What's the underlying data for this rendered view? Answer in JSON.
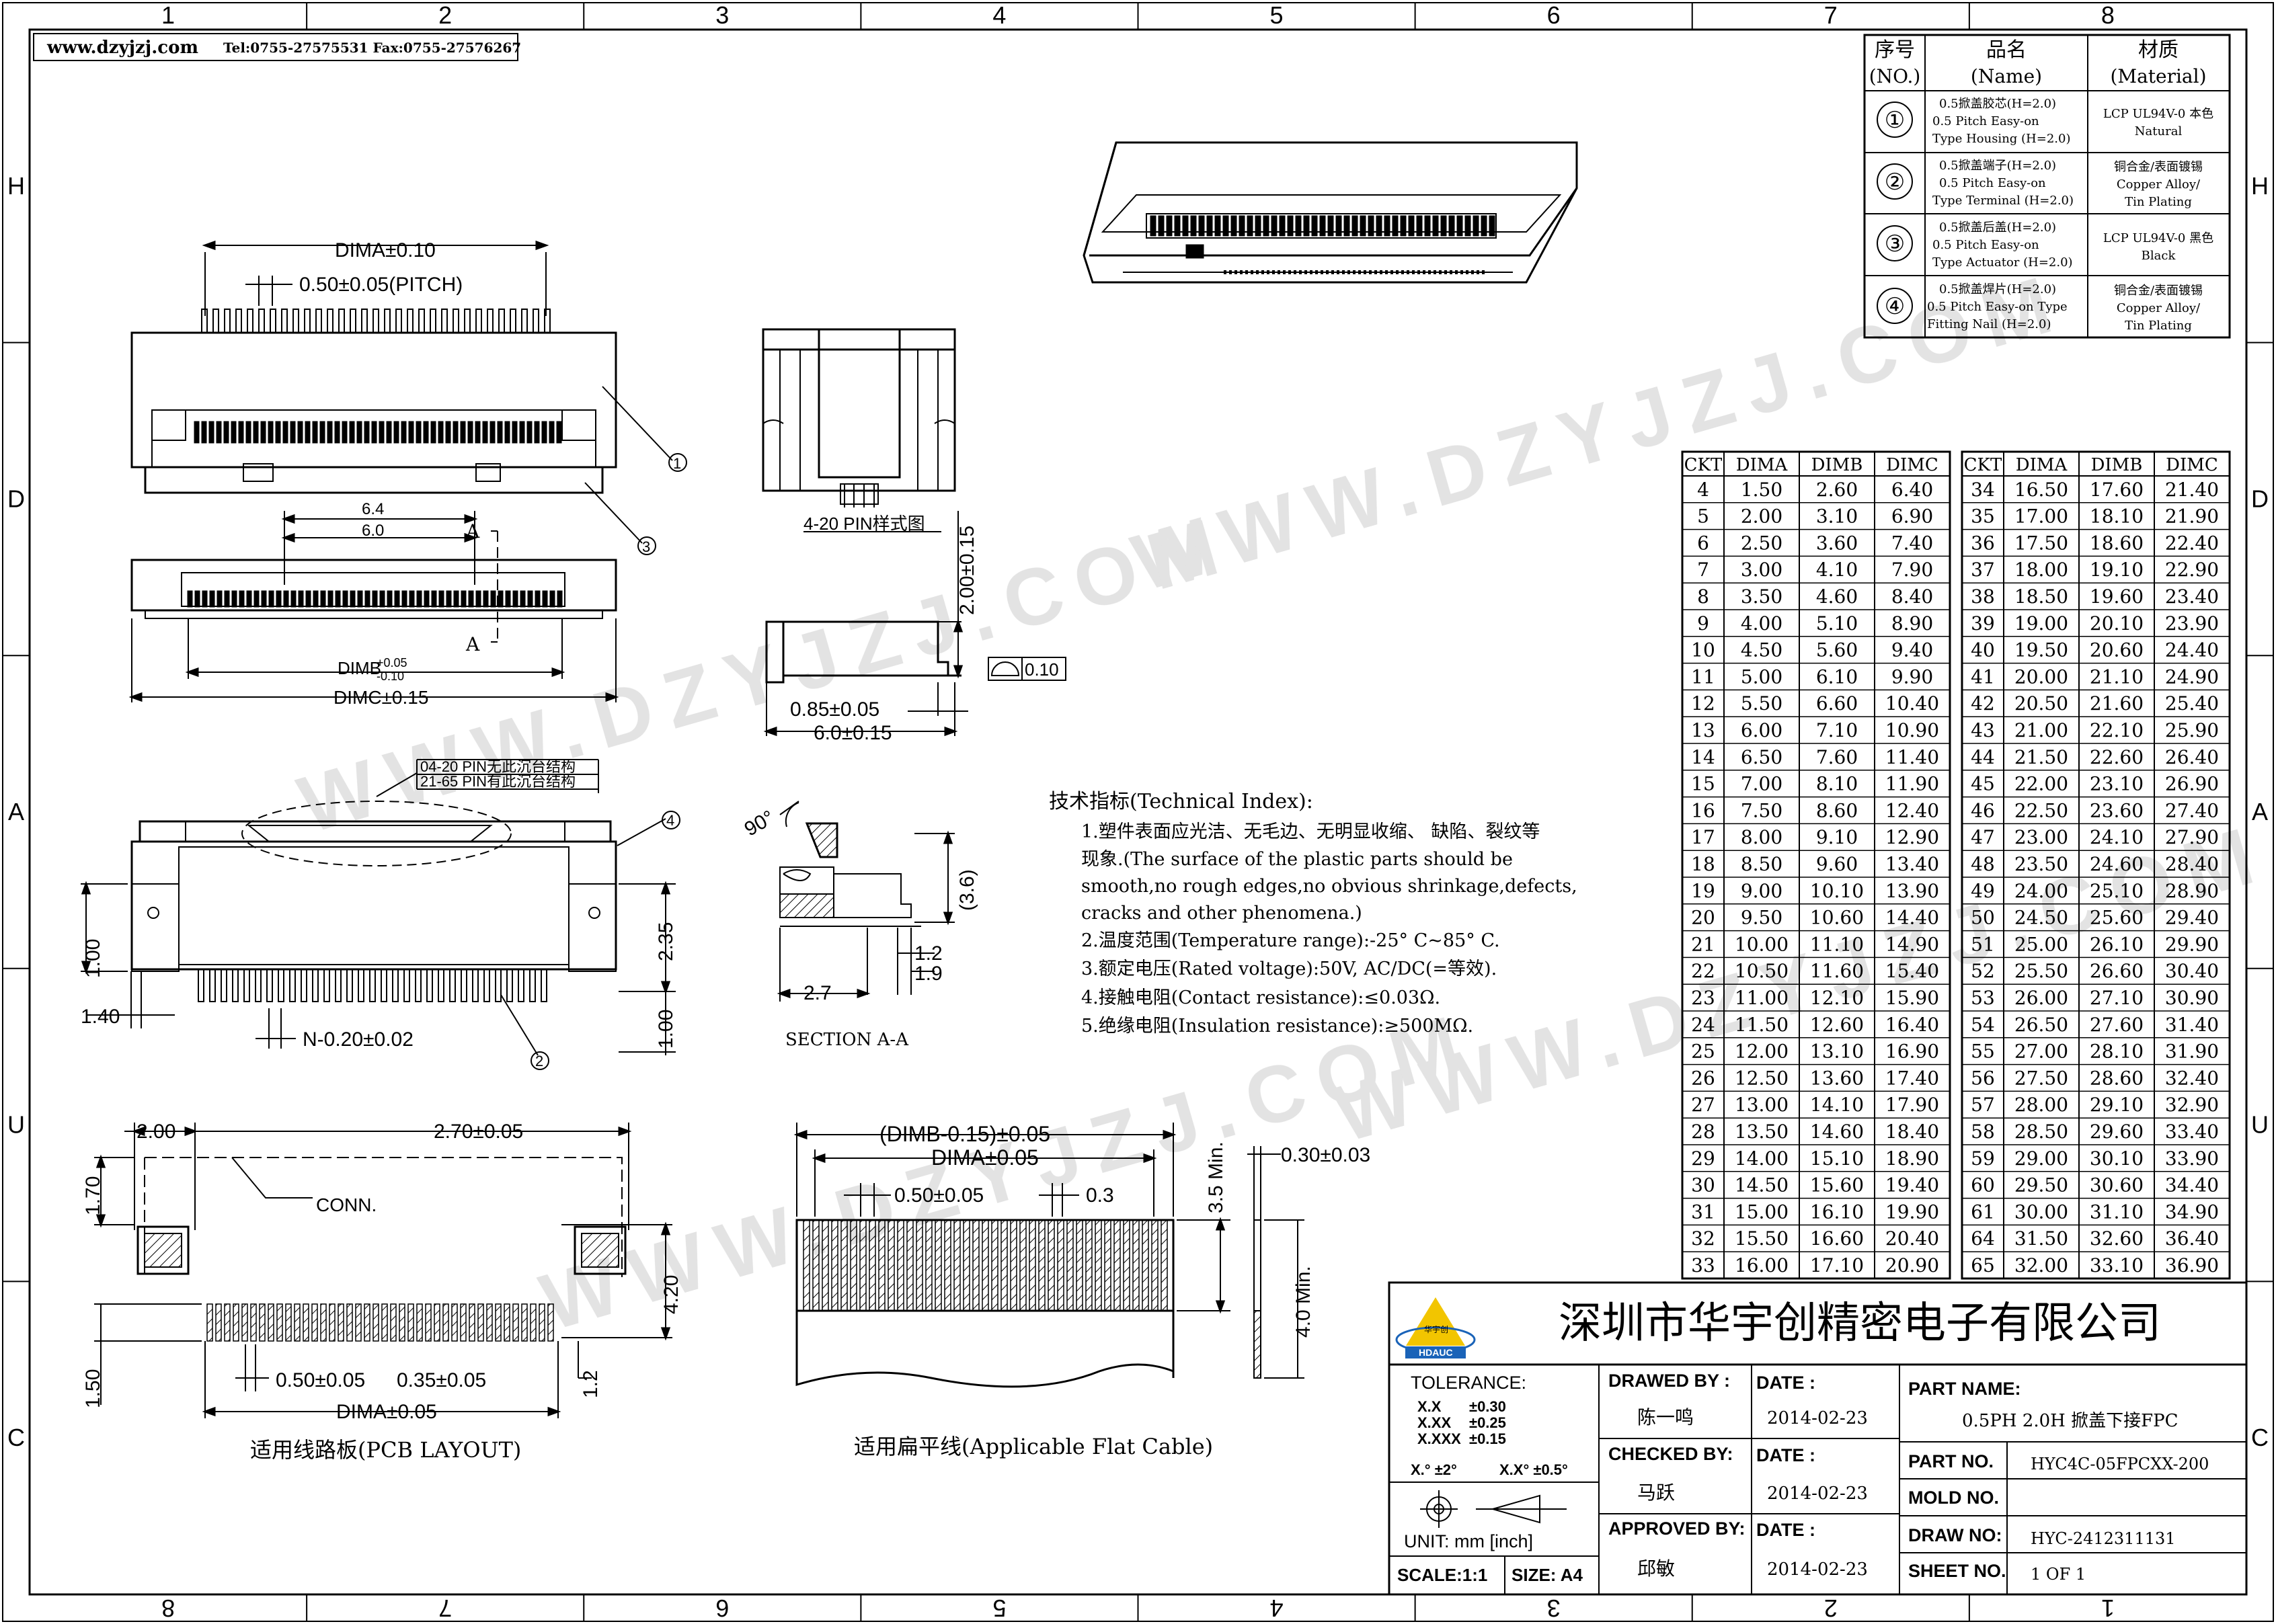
{
  "border": {
    "top_numbers": [
      "1",
      "2",
      "3",
      "4",
      "5",
      "6",
      "7",
      "8"
    ],
    "bottom_numbers": [
      "8",
      "7",
      "6",
      "5",
      "4",
      "3",
      "2",
      "1"
    ],
    "left_letters": [
      "H",
      "D",
      "A",
      "U",
      "C"
    ],
    "right_letters": [
      "H",
      "D",
      "A",
      "U",
      "C"
    ]
  },
  "header": {
    "website": "www.dzyjzj.com",
    "tel_fax": "Tel:0755-27575531  Fax:0755-27576267"
  },
  "watermark": {
    "text": "WWW.DZYJZJ.COM"
  },
  "material_table": {
    "headers": [
      [
        "序号",
        "(NO.)"
      ],
      [
        "品名",
        "(Name)"
      ],
      [
        "材质",
        "(Material)"
      ]
    ],
    "rows": [
      {
        "no": "①",
        "name": [
          "0.5掀盖胶芯(H=2.0)",
          "0.5 Pitch Easy-on",
          "Type Housing (H=2.0)"
        ],
        "material": [
          "LCP UL94V-0 本色",
          "Natural"
        ]
      },
      {
        "no": "②",
        "name": [
          "0.5掀盖端子(H=2.0)",
          "0.5 Pitch Easy-on",
          "Type Terminal (H=2.0)"
        ],
        "material": [
          "铜合金/表面镀锡",
          "Copper Alloy/",
          "Tin Plating"
        ]
      },
      {
        "no": "③",
        "name": [
          "0.5掀盖后盖(H=2.0)",
          "0.5 Pitch Easy-on",
          "Type Actuator (H=2.0)"
        ],
        "material": [
          "LCP UL94V-0 黑色",
          "Black"
        ]
      },
      {
        "no": "④",
        "name": [
          "0.5掀盖焊片(H=2.0)",
          "0.5 Pitch Easy-on Type",
          "Fitting Nail (H=2.0)"
        ],
        "material": [
          "铜合金/表面镀锡",
          "Copper Alloy/",
          "Tin Plating"
        ]
      }
    ]
  },
  "dim_table": {
    "headers": [
      "CKT",
      "DIMA",
      "DIMB",
      "DIMC"
    ],
    "left": [
      [
        "4",
        "1.50",
        "2.60",
        "6.40"
      ],
      [
        "5",
        "2.00",
        "3.10",
        "6.90"
      ],
      [
        "6",
        "2.50",
        "3.60",
        "7.40"
      ],
      [
        "7",
        "3.00",
        "4.10",
        "7.90"
      ],
      [
        "8",
        "3.50",
        "4.60",
        "8.40"
      ],
      [
        "9",
        "4.00",
        "5.10",
        "8.90"
      ],
      [
        "10",
        "4.50",
        "5.60",
        "9.40"
      ],
      [
        "11",
        "5.00",
        "6.10",
        "9.90"
      ],
      [
        "12",
        "5.50",
        "6.60",
        "10.40"
      ],
      [
        "13",
        "6.00",
        "7.10",
        "10.90"
      ],
      [
        "14",
        "6.50",
        "7.60",
        "11.40"
      ],
      [
        "15",
        "7.00",
        "8.10",
        "11.90"
      ],
      [
        "16",
        "7.50",
        "8.60",
        "12.40"
      ],
      [
        "17",
        "8.00",
        "9.10",
        "12.90"
      ],
      [
        "18",
        "8.50",
        "9.60",
        "13.40"
      ],
      [
        "19",
        "9.00",
        "10.10",
        "13.90"
      ],
      [
        "20",
        "9.50",
        "10.60",
        "14.40"
      ],
      [
        "21",
        "10.00",
        "11.10",
        "14.90"
      ],
      [
        "22",
        "10.50",
        "11.60",
        "15.40"
      ],
      [
        "23",
        "11.00",
        "12.10",
        "15.90"
      ],
      [
        "24",
        "11.50",
        "12.60",
        "16.40"
      ],
      [
        "25",
        "12.00",
        "13.10",
        "16.90"
      ],
      [
        "26",
        "12.50",
        "13.60",
        "17.40"
      ],
      [
        "27",
        "13.00",
        "14.10",
        "17.90"
      ],
      [
        "28",
        "13.50",
        "14.60",
        "18.40"
      ],
      [
        "29",
        "14.00",
        "15.10",
        "18.90"
      ],
      [
        "30",
        "14.50",
        "15.60",
        "19.40"
      ],
      [
        "31",
        "15.00",
        "16.10",
        "19.90"
      ],
      [
        "32",
        "15.50",
        "16.60",
        "20.40"
      ],
      [
        "33",
        "16.00",
        "17.10",
        "20.90"
      ]
    ],
    "right": [
      [
        "34",
        "16.50",
        "17.60",
        "21.40"
      ],
      [
        "35",
        "17.00",
        "18.10",
        "21.90"
      ],
      [
        "36",
        "17.50",
        "18.60",
        "22.40"
      ],
      [
        "37",
        "18.00",
        "19.10",
        "22.90"
      ],
      [
        "38",
        "18.50",
        "19.60",
        "23.40"
      ],
      [
        "39",
        "19.00",
        "20.10",
        "23.90"
      ],
      [
        "40",
        "19.50",
        "20.60",
        "24.40"
      ],
      [
        "41",
        "20.00",
        "21.10",
        "24.90"
      ],
      [
        "42",
        "20.50",
        "21.60",
        "25.40"
      ],
      [
        "43",
        "21.00",
        "22.10",
        "25.90"
      ],
      [
        "44",
        "21.50",
        "22.60",
        "26.40"
      ],
      [
        "45",
        "22.00",
        "23.10",
        "26.90"
      ],
      [
        "46",
        "22.50",
        "23.60",
        "27.40"
      ],
      [
        "47",
        "23.00",
        "24.10",
        "27.90"
      ],
      [
        "48",
        "23.50",
        "24.60",
        "28.40"
      ],
      [
        "49",
        "24.00",
        "25.10",
        "28.90"
      ],
      [
        "50",
        "24.50",
        "25.60",
        "29.40"
      ],
      [
        "51",
        "25.00",
        "26.10",
        "29.90"
      ],
      [
        "52",
        "25.50",
        "26.60",
        "30.40"
      ],
      [
        "53",
        "26.00",
        "27.10",
        "30.90"
      ],
      [
        "54",
        "26.50",
        "27.60",
        "31.40"
      ],
      [
        "55",
        "27.00",
        "28.10",
        "31.90"
      ],
      [
        "56",
        "27.50",
        "28.60",
        "32.40"
      ],
      [
        "57",
        "28.00",
        "29.10",
        "32.90"
      ],
      [
        "58",
        "28.50",
        "29.60",
        "33.40"
      ],
      [
        "59",
        "29.00",
        "30.10",
        "33.90"
      ],
      [
        "60",
        "29.50",
        "30.60",
        "34.40"
      ],
      [
        "61",
        "30.00",
        "31.10",
        "34.90"
      ],
      [
        "64",
        "31.50",
        "32.60",
        "36.40"
      ],
      [
        "65",
        "32.00",
        "33.10",
        "36.90"
      ]
    ]
  },
  "tech": {
    "title": "技术指标(Technical Index):",
    "lines": [
      "1.塑件表面应光洁、无毛边、无明显收缩、 缺陷、裂纹等",
      "现象.(The surface of the plastic parts should be",
      "smooth,no rough edges,no obvious shrinkage,defects,",
      "cracks and other phenomena.)",
      "2.温度范围(Temperature range):-25° C~85° C.",
      "3.额定电压(Rated voltage):50V, AC/DC(=等效).",
      "4.接触电阻(Contact resistance):≤0.03Ω.",
      "5.绝缘电阻(Insulation resistance):≥500MΩ."
    ]
  },
  "drawing": {
    "front": {
      "dima": "DIMA±0.10",
      "pitch": "0.50±0.05(PITCH)",
      "dim_64": "6.4",
      "dim_60": "6.0",
      "a_label": "A",
      "dimb": "DIMB",
      "dimb_tol_up": "+0.05",
      "dimb_tol_dn": "-0.10",
      "dimc": "DIMC±0.15",
      "balloon1": "1",
      "balloon3": "3"
    },
    "side": {
      "pin_label": "4-20 PIN样式图",
      "dim_200": "2.00±0.15",
      "flat": "0.10",
      "dim_085": "0.85±0.05",
      "dim_60": "6.0±0.15"
    },
    "bottom": {
      "note1": "04-20 PIN无此沉台结构",
      "note2": "21-65 PIN有此沉台结构",
      "dim_235": "2.35",
      "dim_100a": "1.00",
      "dim_100b": "1.00",
      "dim_140": "1.40",
      "dim_n": "N-0.20±0.02",
      "balloon2": "2",
      "balloon4": "4"
    },
    "section": {
      "angle": "90°",
      "dim_36": "(3.6)",
      "dim_12": "1.2",
      "dim_19": "1.9",
      "dim_27": "2.7",
      "label": "SECTION A-A"
    },
    "pcb": {
      "dim_200": "2.00",
      "dim_270": "2.70±0.05",
      "dim_170": "1.70",
      "conn": "CONN.",
      "dim_420": "4.20",
      "dim_150": "1.50",
      "dim_050": "0.50±0.05",
      "dim_035": "0.35±0.05",
      "dim_12": "1.2",
      "dima": "DIMA±0.05",
      "caption": "适用线路板(PCB LAYOUT)"
    },
    "fpc": {
      "dimb": "(DIMB-0.15)±0.05",
      "dima": "DIMA±0.05",
      "dim_050": "0.50±0.05",
      "dim_03": "0.3",
      "dim_35": "3.5 Min.",
      "dim_030": "0.30±0.03",
      "dim_40": "4.0 Min.",
      "caption": "适用扁平线(Applicable Flat Cable)"
    }
  },
  "title_block": {
    "company": "深圳市华宇创精密电子有限公司",
    "logo_text": "华宇创",
    "logo_sub": "HDAUC",
    "tolerance_label": "TOLERANCE:",
    "tol_rows": [
      [
        "X.X",
        "±0.30"
      ],
      [
        "X.XX",
        "±0.25"
      ],
      [
        "X.XXX",
        "±0.15"
      ]
    ],
    "tol_angle": [
      "X.° ±2°",
      "X.X° ±0.5°"
    ],
    "unit": "UNIT:  mm  [inch]",
    "scale": "SCALE:1:1",
    "size": "SIZE: A4",
    "drawed_by_label": "DRAWED BY :",
    "drawed_by": "陈一鸣",
    "checked_by_label": "CHECKED BY:",
    "checked_by": "马跃",
    "approved_by_label": "APPROVED BY:",
    "approved_by": "邱敏",
    "date_label": "DATE :",
    "date1": "2014-02-23",
    "date2": "2014-02-23",
    "date3": "2014-02-23",
    "part_name_label": "PART NAME:",
    "part_name": "0.5PH 2.0H 掀盖下接FPC",
    "part_no_label": "PART  NO.",
    "part_no": "HYC4C-05FPCXX-200",
    "mold_no_label": "MOLD  NO.",
    "mold_no": "",
    "draw_no_label": "DRAW  NO:",
    "draw_no": "HYC-2412311131",
    "sheet_no_label": "SHEET  NO.",
    "sheet_no": "1 OF 1"
  },
  "colors": {
    "line": "#000000",
    "watermark": "#d6d6d6",
    "logo_yellow": "#f2c500",
    "logo_blue": "#1a63b8"
  }
}
